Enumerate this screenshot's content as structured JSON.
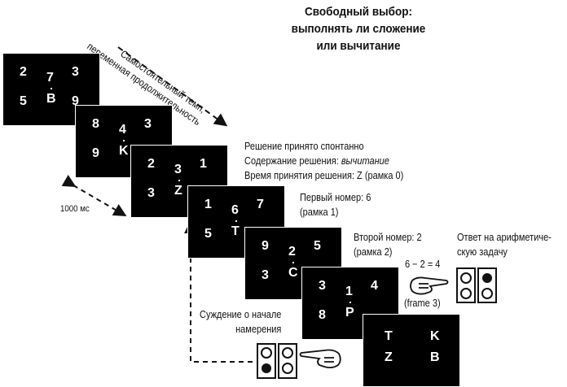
{
  "title": [
    "Свободный выбор:",
    "выполнять ли сложение",
    "или вычитание"
  ],
  "pace_label": [
    "Самостоятельный темп,",
    "переменная продолжительность"
  ],
  "interval_label": "1000 мс",
  "frames": [
    {
      "top": [
        "2",
        "7",
        "3"
      ],
      "bottom": [
        "5",
        "B",
        "9"
      ]
    },
    {
      "top": [
        "8",
        "4",
        "3"
      ],
      "bottom": [
        "9",
        "K",
        ""
      ]
    },
    {
      "top": [
        "2",
        "3",
        "1"
      ],
      "bottom": [
        "3",
        "Z",
        ""
      ]
    },
    {
      "top": [
        "1",
        "6",
        "7"
      ],
      "bottom": [
        "5",
        "T",
        ""
      ]
    },
    {
      "top": [
        "9",
        "2",
        "5"
      ],
      "bottom": [
        "3",
        "C",
        ""
      ]
    },
    {
      "top": [
        "3",
        "1",
        "4"
      ],
      "bottom": [
        "8",
        "P",
        ""
      ]
    }
  ],
  "final_frame": {
    "top": [
      "T",
      "K"
    ],
    "bottom": [
      "Z",
      "B"
    ]
  },
  "decision": [
    "Решение принято спонтанно",
    "Содержание решения: ",
    "вычитание",
    "Время принятия решения: Z (рамка 0)"
  ],
  "first_number": [
    "Первый номер: 6",
    "(рамка 1)"
  ],
  "second_number": [
    "Второй номер: 2",
    "(рамка 2)"
  ],
  "answer_label": [
    "Ответ на арифметиче-",
    "скую задачу"
  ],
  "equation": "6 − 2 = 4",
  "frame3": "(frame 3)",
  "intention_label": [
    "Суждение о начале",
    "намерения"
  ]
}
